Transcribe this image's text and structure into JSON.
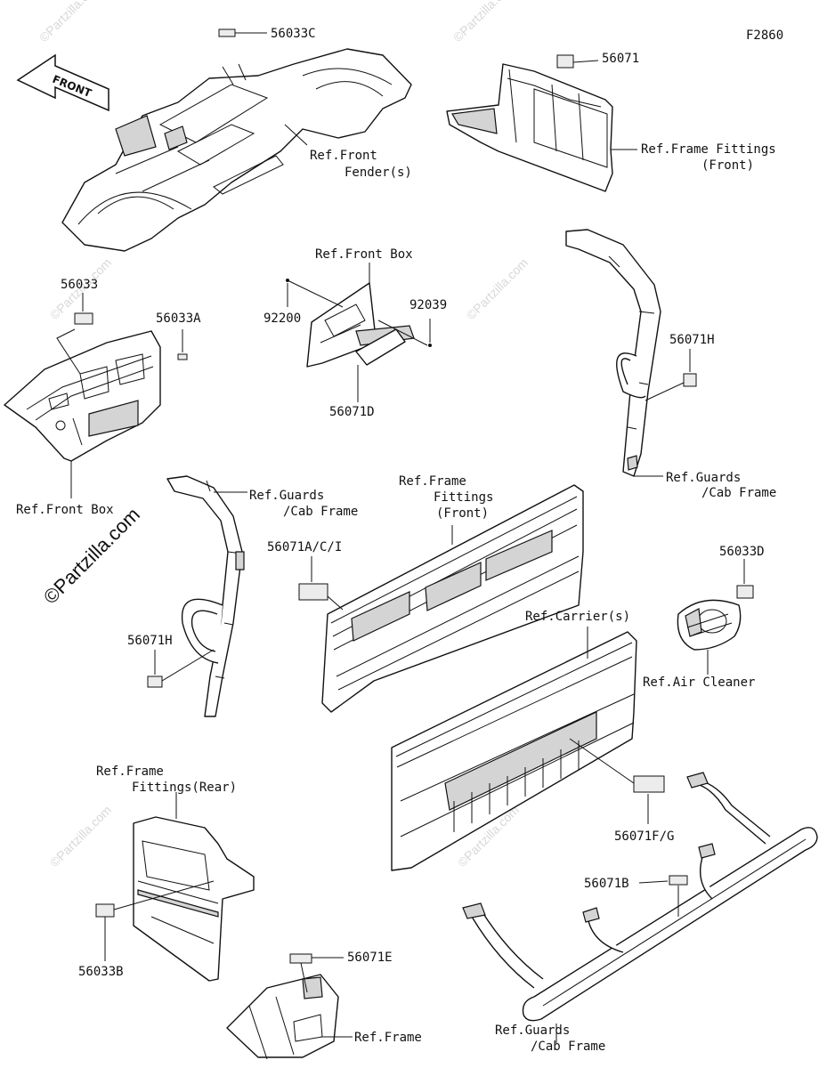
{
  "figure_id": "F2860",
  "watermark": "©Partzilla.com",
  "front_arrow_label": "FRONT",
  "parts": {
    "p56033C": "56033C",
    "p56071_top": "56071",
    "p56033": "56033",
    "p56033A": "56033A",
    "p92200": "92200",
    "p92039": "92039",
    "p56071D": "56071D",
    "p56071H_right": "56071H",
    "p56071ACI": "56071A/C/I",
    "p56071H_left": "56071H",
    "p56033D": "56033D",
    "p56071FG": "56071F/G",
    "p56071B": "56071B",
    "p56033B": "56033B",
    "p56071E": "56071E"
  },
  "refs": {
    "front_fender": [
      "Ref.Front",
      "Fender(s)"
    ],
    "frame_fittings_front_top": [
      "Ref.Frame Fittings",
      "(Front)"
    ],
    "front_box_top": "Ref.Front Box",
    "front_box_left": "Ref.Front Box",
    "guards_cab_right": [
      "Ref.Guards",
      "/Cab Frame"
    ],
    "guards_cab_left": [
      "Ref.Guards",
      "/Cab Frame"
    ],
    "frame_fittings_front_mid": [
      "Ref.Frame",
      "Fittings",
      "(Front)"
    ],
    "carriers": "Ref.Carrier(s)",
    "air_cleaner": "Ref.Air Cleaner",
    "frame_fittings_rear": [
      "Ref.Frame",
      "Fittings(Rear)"
    ],
    "frame": "Ref.Frame",
    "guards_cab_bottom": [
      "Ref.Guards",
      "/Cab Frame"
    ]
  }
}
